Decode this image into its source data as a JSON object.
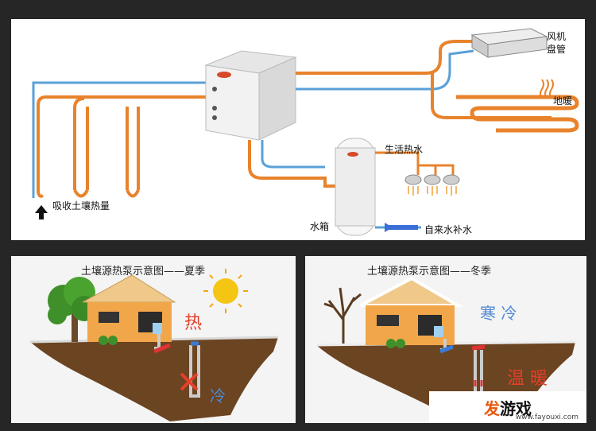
{
  "top": {
    "fan_coil": "风机\n盘管",
    "floor_heating": "地暖",
    "hot_water": "生活热水",
    "absorb": "吸收土壤热量",
    "tank": "水箱",
    "makeup": "自来水补水"
  },
  "summer": {
    "title": "土壤源热泵示意图——夏季",
    "hot": "热",
    "cold": "冷"
  },
  "winter": {
    "title": "土壤源热泵示意图——冬季",
    "cold": "寒 冷",
    "warm": "温 暖"
  },
  "logo": {
    "text_a": "发",
    "text_b": "游戏",
    "url": "www.fayouxi.com"
  },
  "colors": {
    "pipe_orange": "#e8832c",
    "pipe_blue": "#5aa0d8",
    "soil": "#6b4422",
    "house_wall": "#f2a64a",
    "roof": "#f0c98a"
  }
}
